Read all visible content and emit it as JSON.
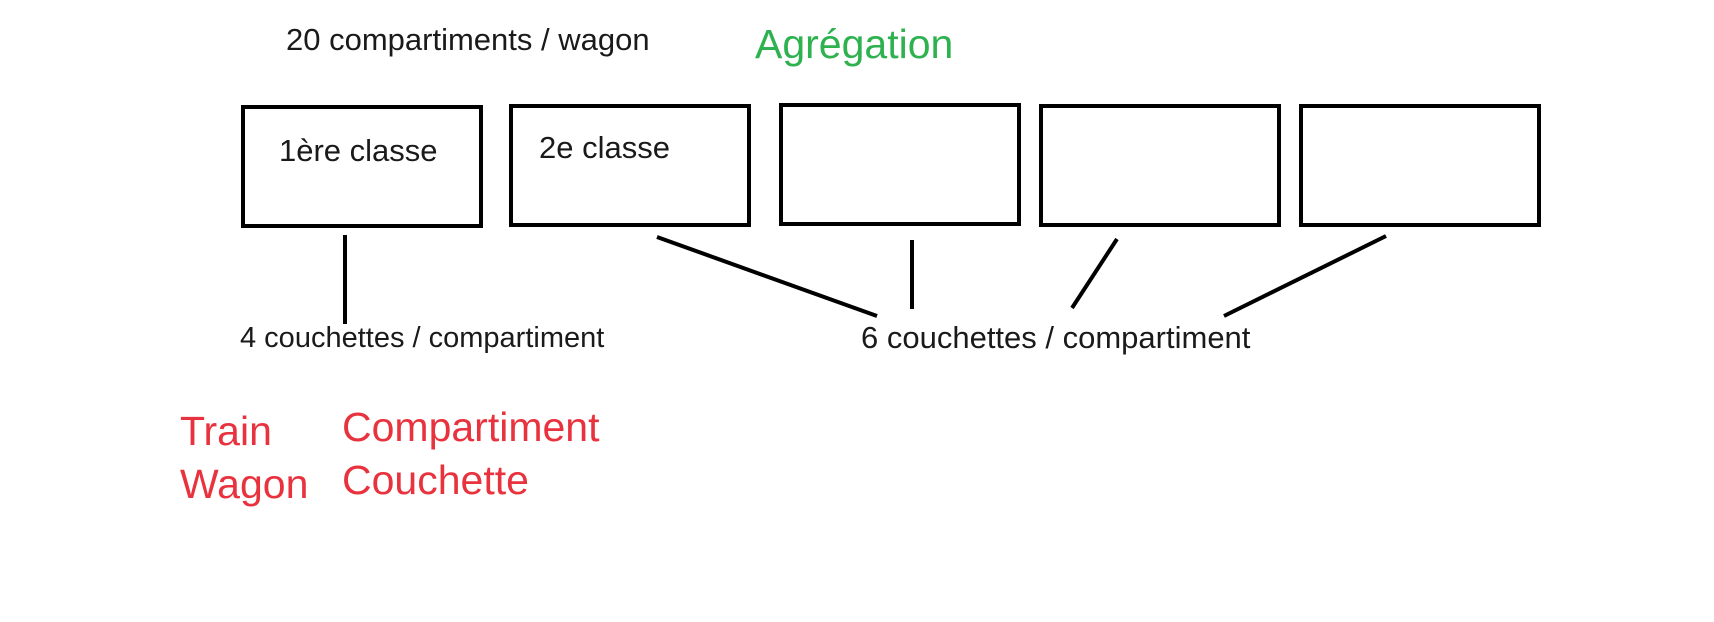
{
  "header": {
    "compartments_per_wagon": "20 compartiments / wagon",
    "aggregation_title": "Agrégation"
  },
  "wagons": [
    {
      "label": "1ère classe"
    },
    {
      "label": "2e classe"
    },
    {
      "label": ""
    },
    {
      "label": ""
    },
    {
      "label": ""
    }
  ],
  "annotations": {
    "first_class_berths": "4 couchettes / compartiment",
    "other_berths": "6 couchettes / compartiment"
  },
  "classes": {
    "left_column": [
      "Train",
      "Wagon"
    ],
    "right_column": [
      "Compartiment",
      "Couchette"
    ]
  },
  "colors": {
    "outline": "#000000",
    "text": "#1a1a1a",
    "aggregation": "#2eb24f",
    "class_names": "#e8333e"
  }
}
